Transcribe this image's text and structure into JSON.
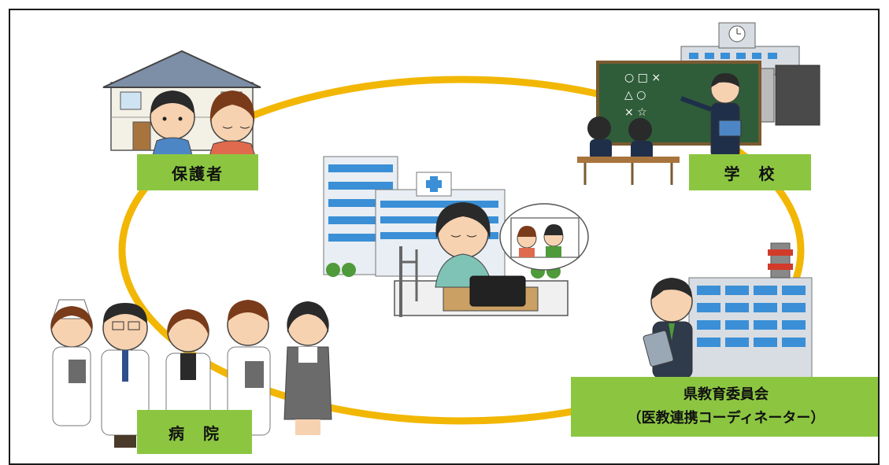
{
  "labels": {
    "parents": "保護者",
    "school": "学　校",
    "hospital": "病　院",
    "board_line1": "県教育委員会",
    "board_line2": "（医教連携コーディネーター）"
  },
  "colors": {
    "label_bg": "#8cc641",
    "ring": "#f2b705",
    "chalkboard": "#2f5d3a",
    "building_blue": "#3a8fd6"
  },
  "icons": {
    "house": "house-icon",
    "school": "school-building-icon",
    "hospital": "hospital-building-icon",
    "office": "office-building-icon",
    "tablet": "tablet-icon",
    "video_call": "video-call-bubble-icon"
  }
}
